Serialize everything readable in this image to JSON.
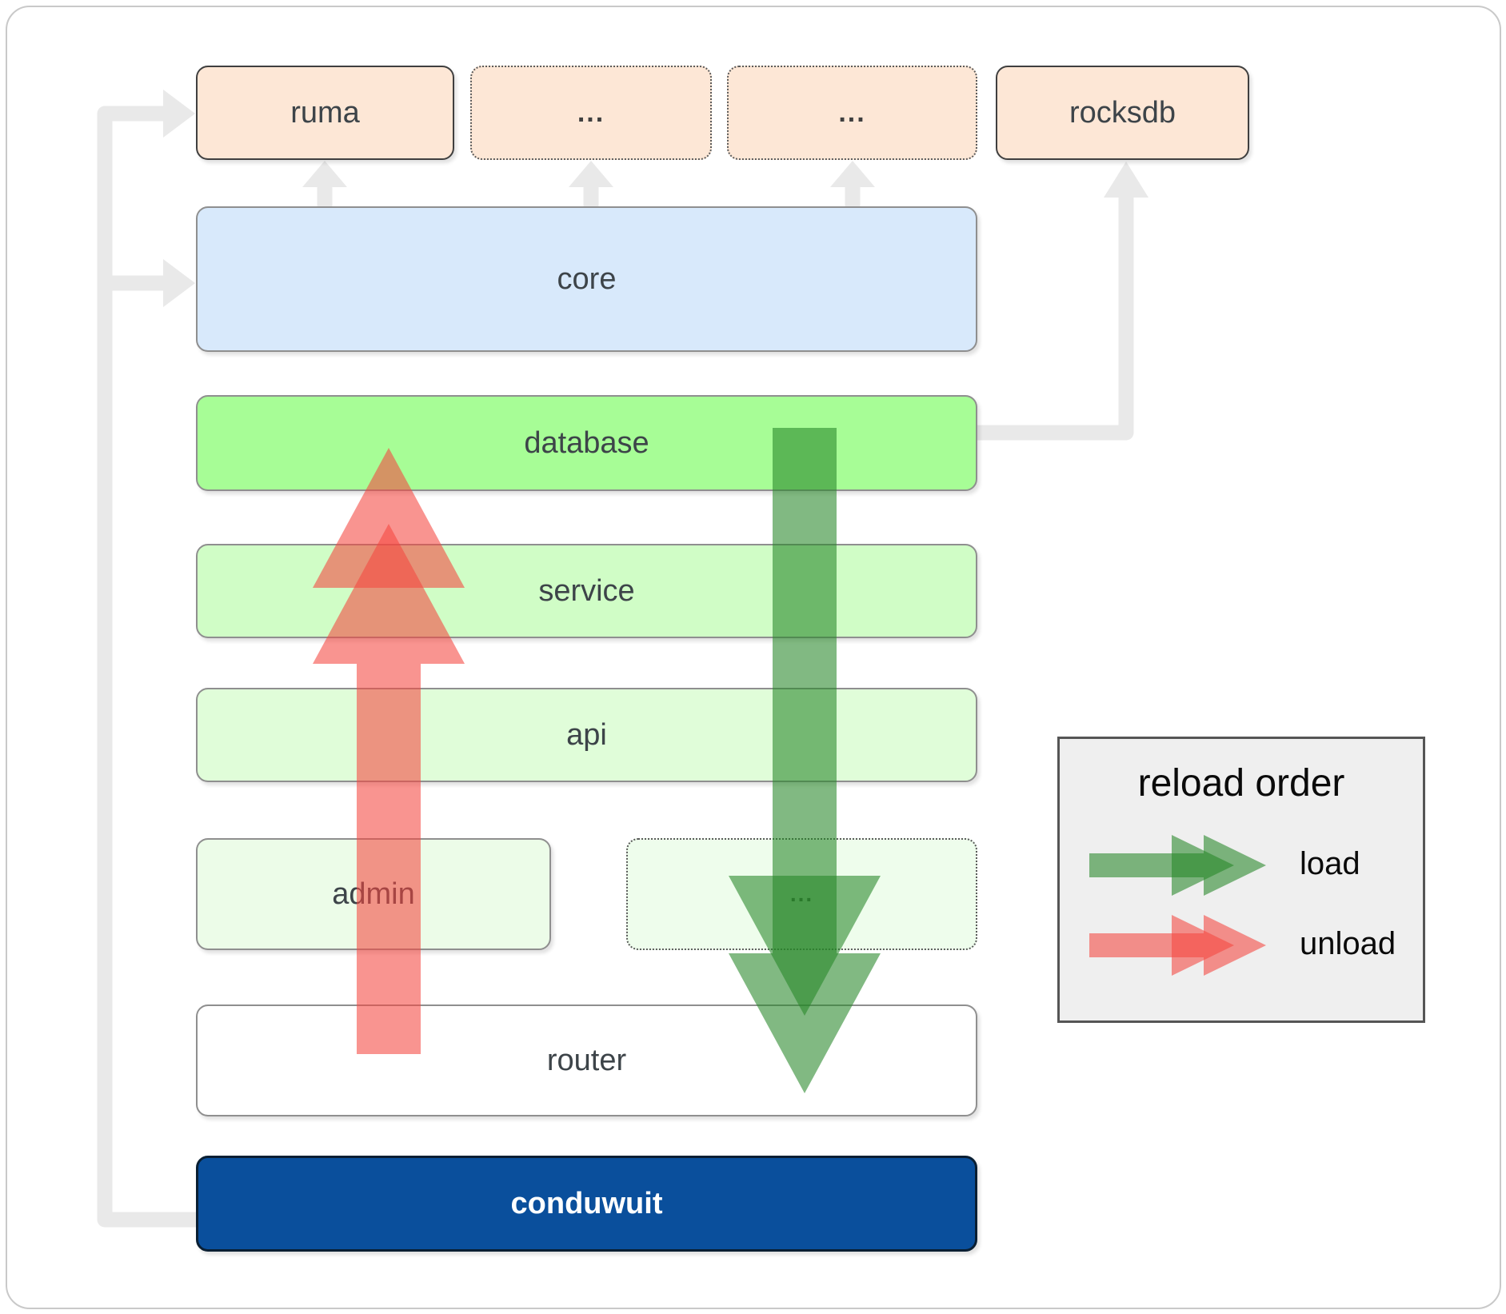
{
  "diagram": {
    "boxes": {
      "ruma": "ruma",
      "ellipsis1": "...",
      "ellipsis2": "...",
      "rocksdb": "rocksdb",
      "core": "core",
      "database": "database",
      "service": "service",
      "api": "api",
      "admin": "admin",
      "ellipsis3": "...",
      "router": "router",
      "conduwuit": "conduwuit"
    },
    "legend": {
      "title": "reload order",
      "items": [
        {
          "label": "load",
          "color": "#268727"
        },
        {
          "label": "unload",
          "color": "#f4473f"
        }
      ]
    },
    "colors": {
      "crate_peach": "#fde7d6",
      "core_blue": "#d8e9fb",
      "database_green": "#a7fd96",
      "service_green": "#d0fdc6",
      "api_green": "#e0fdd9",
      "admin_green": "#ecfce8",
      "conduwuit_blue": "#0a4f9c",
      "load_arrow_green": "#268727",
      "unload_arrow_red": "#f4473f",
      "connector_gray": "#e9e9e9"
    }
  }
}
